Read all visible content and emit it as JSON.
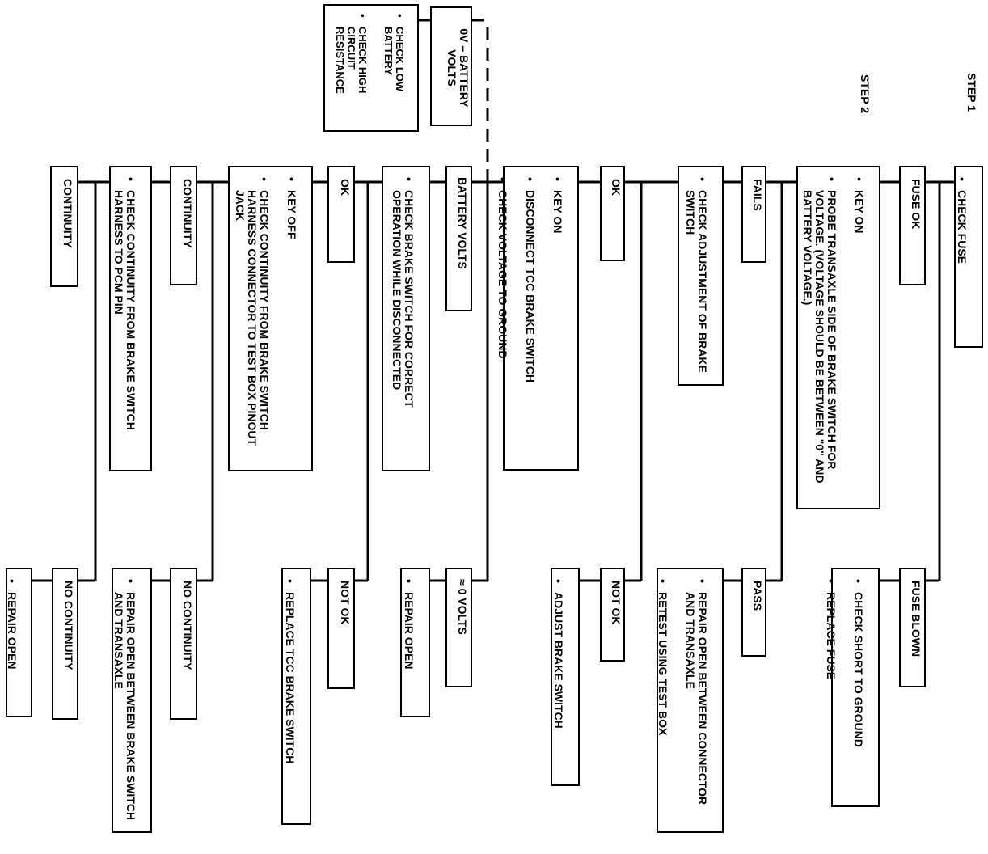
{
  "steps": {
    "step1": "STEP 1",
    "step2": "STEP 2"
  },
  "nodes": {
    "check_fuse": [
      "CHECK FUSE"
    ],
    "fuse_ok": "FUSE OK",
    "fuse_blown": "FUSE BLOWN",
    "fuse_blown_actions": [
      "CHECK SHORT TO GROUND",
      "REPLACE FUSE"
    ],
    "probe_actions": [
      "KEY ON",
      "PROBE TRANSAXLE SIDE OF BRAKE SWITCH FOR VOLTAGE. (VOLTAGE SHOULD BE BETWEEN \"0\" AND BATTERY VOLTAGE.)"
    ],
    "fails": "FAILS",
    "pass": "PASS",
    "check_adjustment": [
      "CHECK ADJUSTMENT OF BRAKE SWITCH"
    ],
    "repair_open_connector": [
      "REPAIR OPEN BETWEEN CONNECTOR AND TRANSAXLE",
      "RETEST USING TEST BOX"
    ],
    "ok_1": "OK",
    "not_ok_1": "NOT OK",
    "adjust_brake_switch": [
      "ADJUST BRAKE SWITCH"
    ],
    "key_on_disconnect": [
      "KEY ON",
      "DISCONNECT TCC BRAKE SWITCH",
      "CHECK VOLTAGE TO GROUND"
    ],
    "zero_battery_volts": "0V – BATTERY VOLTS",
    "check_low_battery": [
      "CHECK LOW BATTERY",
      "CHECK HIGH CIRCUIT RESISTANCE"
    ],
    "battery_volts": "BATTERY VOLTS",
    "zero_volts": "≈ 0 VOLTS",
    "check_brake_switch": [
      "CHECK BRAKE SWITCH FOR CORRECT OPERATION WHILE DISCONNECTED"
    ],
    "repair_open_1": [
      "REPAIR OPEN"
    ],
    "ok_2": "OK",
    "not_ok_2": "NOT OK",
    "key_off_continuity": [
      "KEY OFF",
      "CHECK CONTINUITY FROM BRAKE SWITCH HARNESS CONNECTOR TO TEST BOX PINOUT JACK"
    ],
    "replace_tcc": [
      "REPLACE TCC BRAKE SWITCH"
    ],
    "continuity_1": "CONTINUITY",
    "no_continuity_1": "NO CONTINUITY",
    "check_continuity_pcm": [
      "CHECK CONTINUITY FROM BRAKE SWITCH HARNESS TO PCM PIN"
    ],
    "repair_open_brake_transaxle": [
      "REPAIR OPEN BETWEEN BRAKE SWITCH AND TRANSAXLE"
    ],
    "continuity_2": "CONTINUITY",
    "no_continuity_2": "NO CONTINUITY",
    "repair_open_2": [
      "REPAIR OPEN"
    ]
  }
}
